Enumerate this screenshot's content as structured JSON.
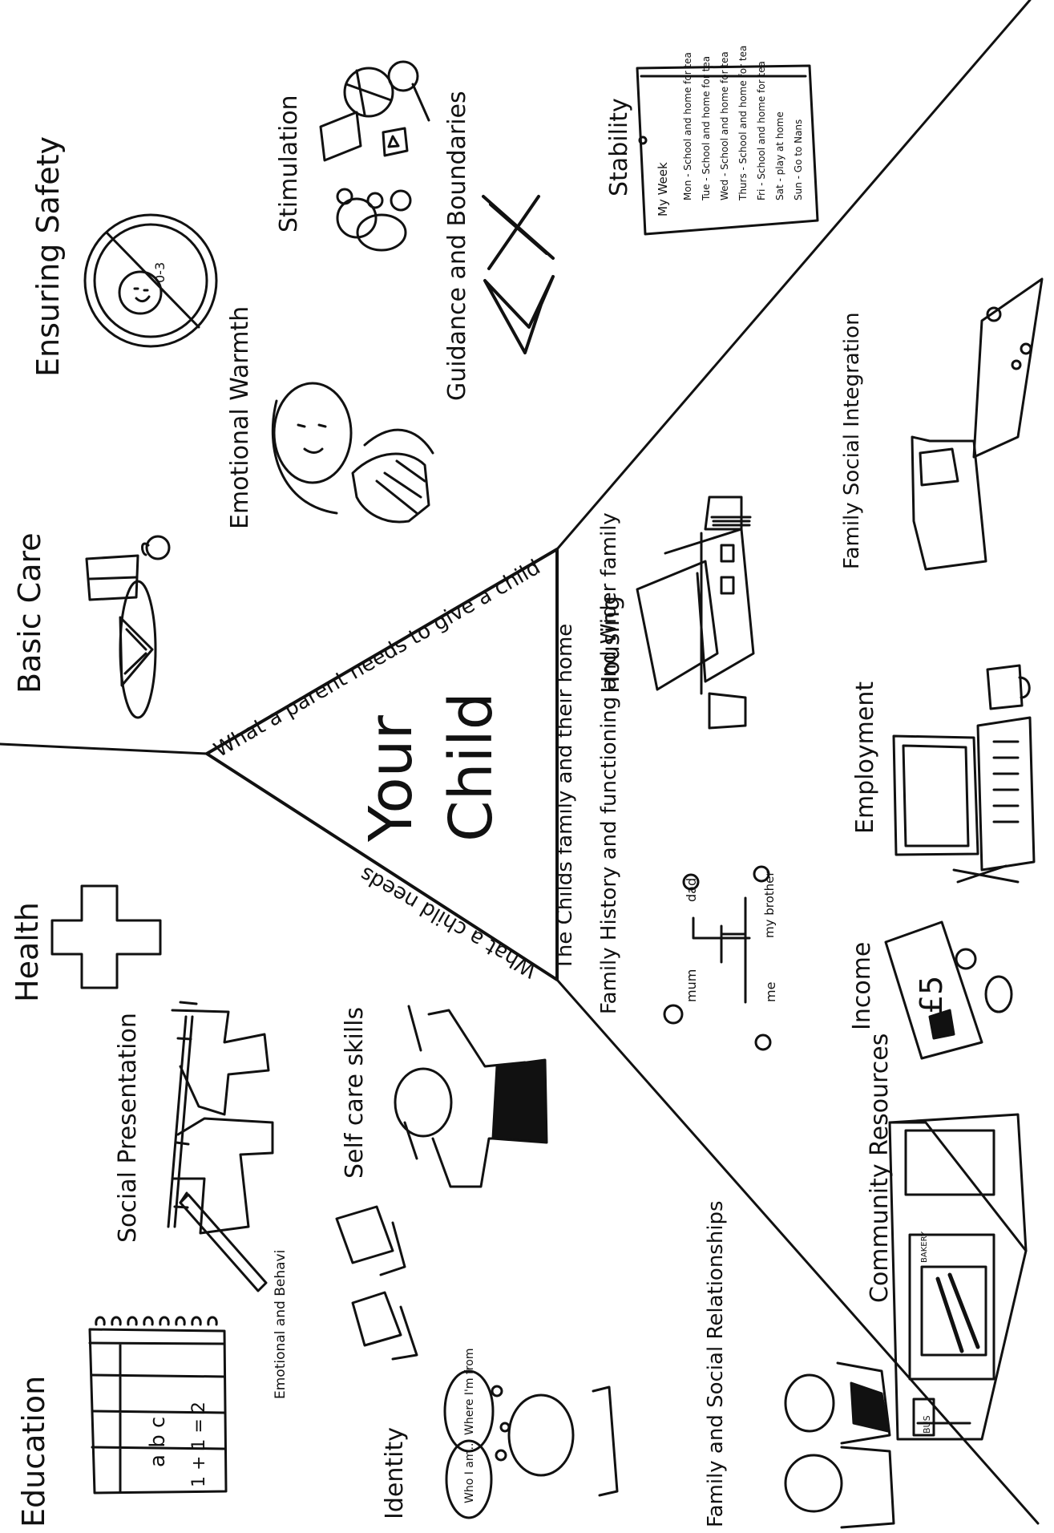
{
  "center": {
    "line1": "Your",
    "line2": "Child"
  },
  "triangle_sides": {
    "top": "What a parent needs to give a child",
    "left": "What a child needs",
    "bottom": "The Childs family and their home"
  },
  "parenting_capacity": {
    "basic_care": "Basic Care",
    "ensuring_safety": "Ensuring Safety",
    "emotional_warmth": "Emotional Warmth",
    "stimulation": "Stimulation",
    "guidance": "Guidance and Boundaries",
    "stability": "Stability",
    "safety_sign_age": "0-3"
  },
  "child_needs": {
    "health": "Health",
    "education": "Education",
    "social_presentation": "Social Presentation",
    "selfcare": "Self care skills",
    "emotional": "Emotional and Behavi",
    "identity": "Identity",
    "family_social": "Family and Social Relationships",
    "worksheet_abc": "a b c",
    "worksheet_sum": "1 + 1 = 2",
    "bubble1": "Who I am...",
    "bubble2": "Where I'm from"
  },
  "family_environment": {
    "family_history": "Family History and functioning and Wider family",
    "housing": "Housing",
    "employment": "Employment",
    "income": "Income",
    "community": "Community Resources",
    "social_integration": "Family Social Integration",
    "tree_mum": "mum",
    "tree_dad": "dad",
    "tree_me": "me",
    "tree_brother": "my brother",
    "bus_sign": "BUS",
    "shop_sign": "BAKERY",
    "money_symbol": "£5"
  },
  "schedule": {
    "title": "My Week",
    "rows": [
      "Mon - School and home for tea",
      "Tue - School and home for tea",
      "Wed - School and home for tea",
      "Thurs - School and home for tea",
      "Fri - School and home for tea",
      "Sat - play at home",
      "Sun - Go to Nans"
    ]
  }
}
